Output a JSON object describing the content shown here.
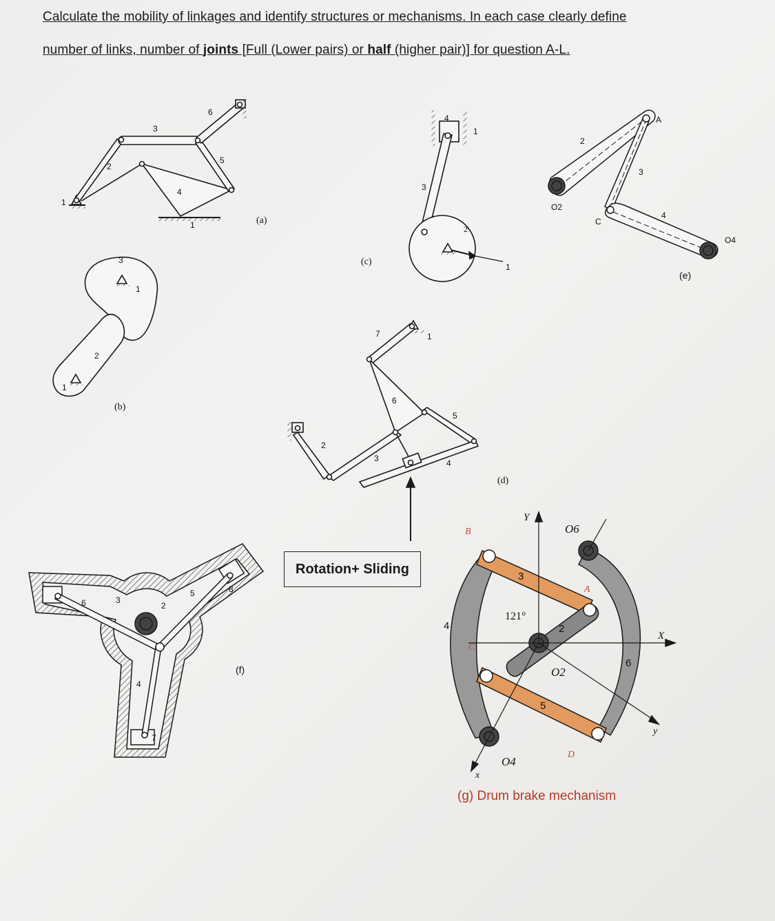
{
  "header": {
    "line1": "Calculate the mobility of linkages and identify structures or mechanisms. In each case clearly define",
    "line2_part1": "number of links, number of ",
    "line2_bold1": "joints",
    "line2_part2": " [Full (Lower pairs) or ",
    "line2_bold2": "half",
    "line2_part3": " (higher pair)] for question A-L."
  },
  "figures": {
    "a": {
      "caption": "(a)",
      "links": [
        "1",
        "2",
        "3",
        "4",
        "5",
        "6",
        "1"
      ]
    },
    "b": {
      "caption": "(b)",
      "links": [
        "3",
        "1",
        "2",
        "1"
      ]
    },
    "c": {
      "caption": "(c)",
      "links": [
        "4",
        "1",
        "3",
        "2",
        "1"
      ]
    },
    "d": {
      "caption": "(d)",
      "links": [
        "7",
        "1",
        "6",
        "5",
        "2",
        "3",
        "4"
      ],
      "annotation": "Rotation+ Sliding"
    },
    "e": {
      "caption": "(e)",
      "labels": [
        "A",
        "2",
        "3",
        "4",
        "O2",
        "C",
        "O4"
      ]
    },
    "f": {
      "caption": "(f)",
      "links": [
        "6",
        "3",
        "2",
        "5",
        "8",
        "4",
        "7"
      ]
    },
    "g": {
      "caption": "(g) Drum brake mechanism",
      "labels": [
        "B",
        "Y",
        "O6",
        "3",
        "A",
        "121°",
        "2",
        "X",
        "4",
        "C",
        "O2",
        "6",
        "5",
        "y",
        "D",
        "x",
        "O4"
      ]
    }
  }
}
